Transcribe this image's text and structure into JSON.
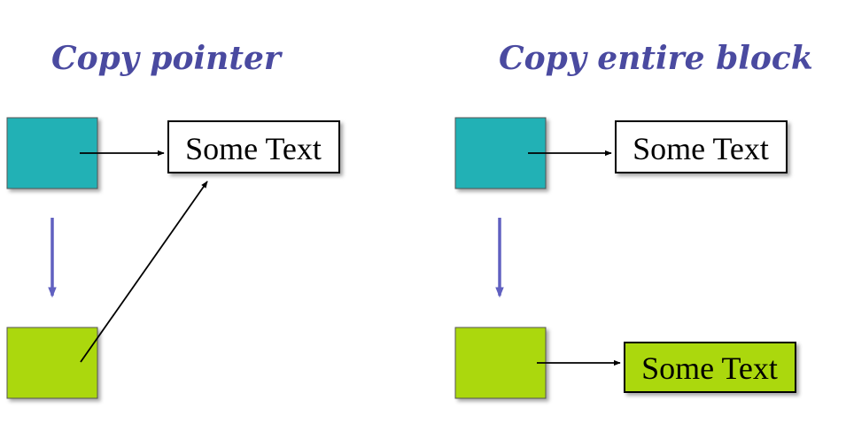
{
  "colors": {
    "title": "#4a4aa0",
    "teal_block": "#23b1b5",
    "green_block": "#abd80e",
    "blue_arrow": "#6060c0",
    "pointer": "#000000",
    "text_box_fill": "#ffffff",
    "copied_text_box_fill": "#abd80e"
  },
  "left": {
    "title": "Copy pointer",
    "text_box_label": "Some Text"
  },
  "right": {
    "title": "Copy entire block",
    "text_box_label": "Some Text",
    "copied_text_box_label": "Some Text"
  }
}
